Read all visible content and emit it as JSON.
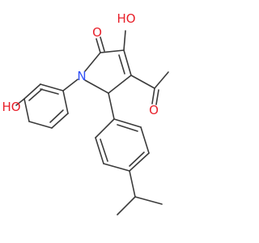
{
  "molecule": {
    "atoms": [
      {
        "id": "O1",
        "label": "O",
        "color": "#e8202a"
      },
      {
        "id": "O2",
        "label": "HO",
        "color": "#e8202a"
      },
      {
        "id": "N1",
        "label": "N",
        "color": "#3050f8"
      },
      {
        "id": "O3",
        "label": "HO",
        "color": "#e8202a"
      },
      {
        "id": "O4",
        "label": "O",
        "color": "#e8202a"
      }
    ]
  }
}
